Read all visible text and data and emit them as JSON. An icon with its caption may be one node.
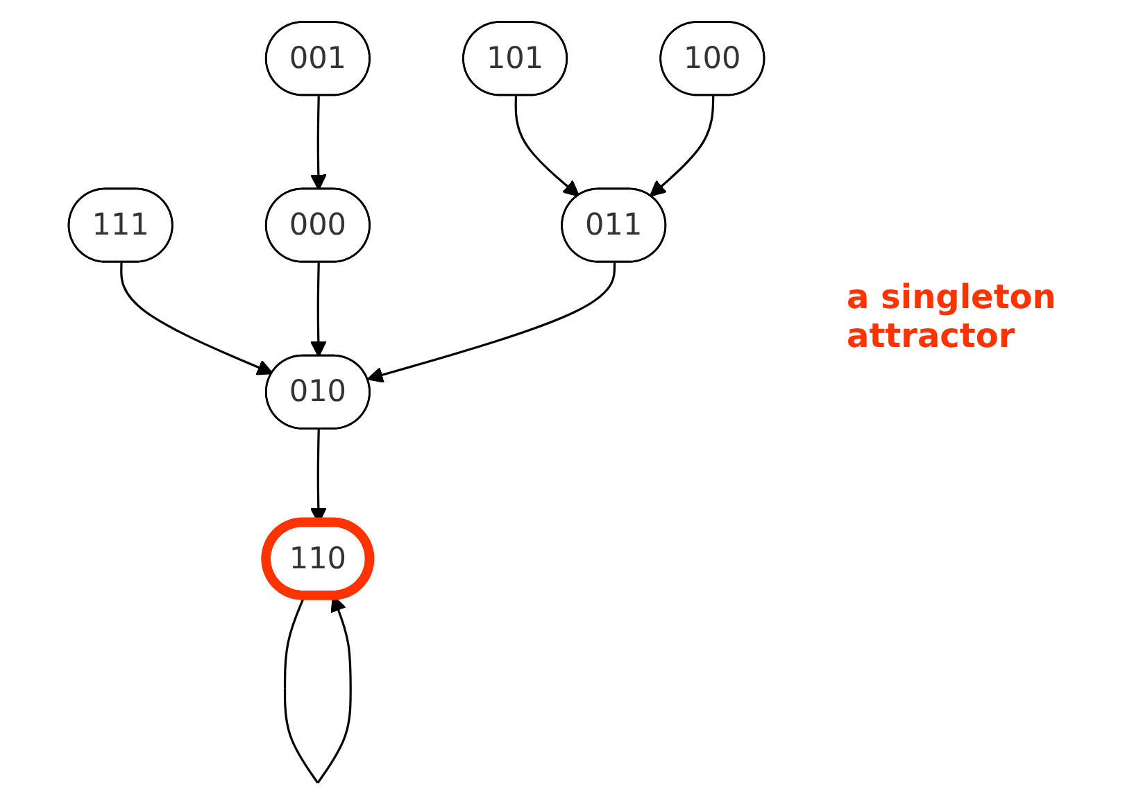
{
  "diagram": {
    "nodes": [
      {
        "text": [
          "111"
        ]
      },
      {
        "text": [
          "000"
        ]
      },
      {
        "text": [
          "010"
        ]
      },
      {
        "text": [
          "110"
        ]
      },
      {
        "text": [
          "001"
        ]
      },
      {
        "text": [
          "011"
        ]
      },
      {
        "text": [
          "101"
        ]
      },
      {
        "text": [
          "100"
        ]
      }
    ],
    "edges": [
      {
        "from": 0,
        "to": 2,
        "arrow": "to"
      },
      {
        "from": 1,
        "to": 2,
        "arrow": "to"
      },
      {
        "from": 2,
        "to": 3,
        "arrow": "to"
      },
      {
        "from": 3,
        "to": 3,
        "arrow": "to"
      },
      {
        "from": 4,
        "to": 1,
        "arrow": "to"
      },
      {
        "from": 5,
        "to": 2,
        "arrow": "to"
      },
      {
        "from": 6,
        "to": 5,
        "arrow": "to"
      },
      {
        "from": 7,
        "to": 5,
        "arrow": "to"
      }
    ],
    "labels": [
      "a singleton attractor"
    ]
  }
}
